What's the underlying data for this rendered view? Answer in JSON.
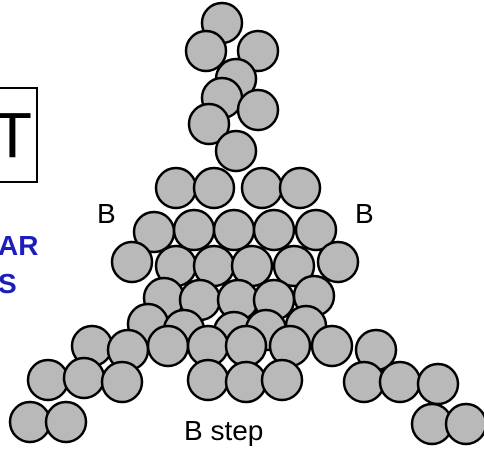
{
  "boxed_letter": "T",
  "side_text": {
    "line1": "AR",
    "line2": "S"
  },
  "labels": {
    "left": "B",
    "right": "B",
    "bottom": "B step"
  },
  "colors": {
    "atom_fill": "#b9b9b9",
    "atom_stroke": "#000000",
    "side_text": "#1d1dbd"
  }
}
